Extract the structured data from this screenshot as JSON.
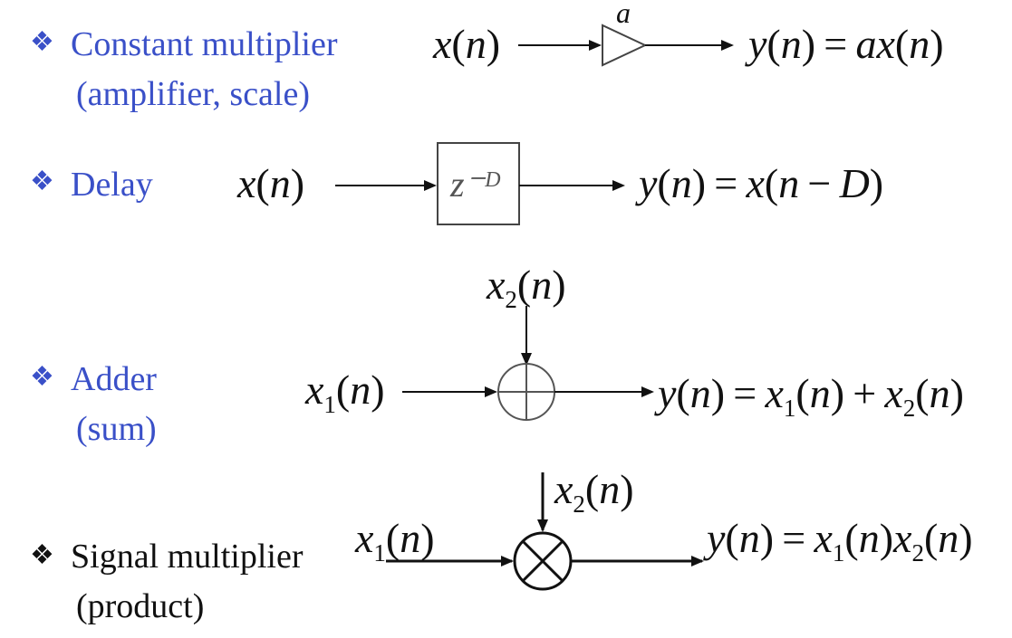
{
  "items": [
    {
      "bullet_icon": "diamond-bullet-icon",
      "title": "Constant multiplier",
      "subtitle": "(amplifier, scale)",
      "input": "x(n)",
      "block_label": "a",
      "output": "y(n) = ax(n)"
    },
    {
      "bullet_icon": "diamond-bullet-icon",
      "title": "Delay",
      "input": "x(n)",
      "block_label": "z⁻ᴰ",
      "output": "y(n) = x(n − D)"
    },
    {
      "bullet_icon": "diamond-bullet-icon",
      "title": "Adder",
      "subtitle": "(sum)",
      "input1": "x1(n)",
      "input2": "x2(n)",
      "output": "y(n) = x1(n) + x2(n)"
    },
    {
      "bullet_icon": "diamond-bullet-icon",
      "title": "Signal multiplier",
      "subtitle": "(product)",
      "input1": "x1(n)",
      "input2": "x2(n)",
      "output": "y(n) = x1(n)x2(n)"
    }
  ],
  "colors": {
    "accent_text": "#3a50c8",
    "text": "#111111",
    "lines": "#111111",
    "adder": "#555555"
  }
}
